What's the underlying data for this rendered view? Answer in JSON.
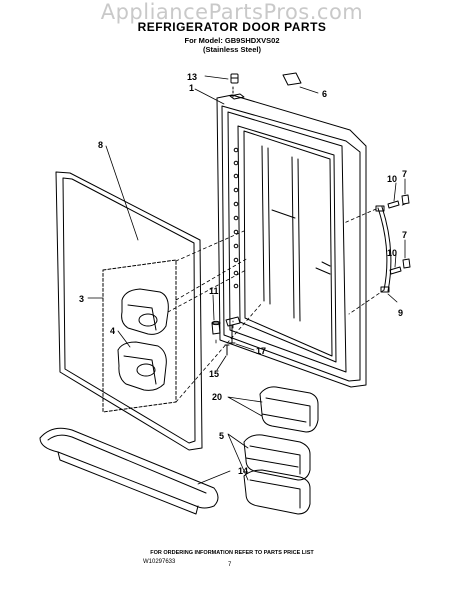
{
  "watermark": "AppliancePartsPros.com",
  "header": {
    "title": "REFRIGERATOR DOOR PARTS",
    "model_line": "For Model: GB9SHDXVS02",
    "finish_line": "(Stainless Steel)"
  },
  "callouts": [
    "13",
    "1",
    "6",
    "8",
    "7",
    "10",
    "7",
    "10",
    "9",
    "3",
    "11",
    "4",
    "17",
    "15",
    "20",
    "5",
    "14"
  ],
  "footer": {
    "note": "FOR ORDERING INFORMATION REFER TO PARTS PRICE LIST",
    "doc_id": "W10297633",
    "page": "7"
  }
}
